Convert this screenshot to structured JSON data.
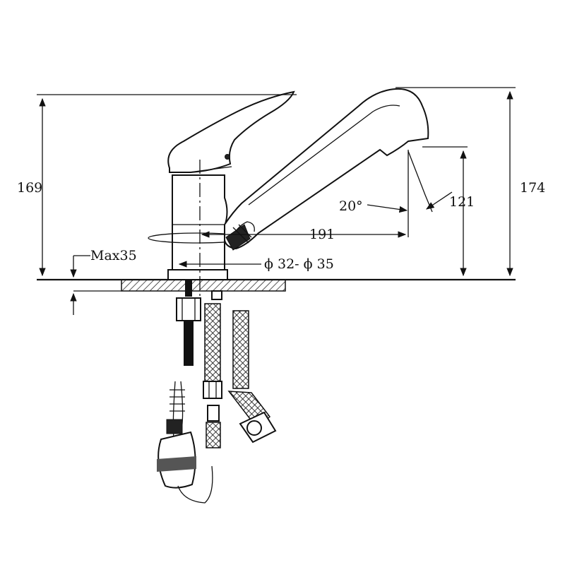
{
  "dimensions": {
    "height_lever": "169",
    "height_spout": "174",
    "spout_reach": "191",
    "spout_outlet_height": "121",
    "spout_angle": "20°",
    "max_counter_thickness": "Max35",
    "hole_diameter": "ϕ 32- ϕ 35"
  },
  "colors": {
    "line": "#111111",
    "background": "#ffffff"
  }
}
